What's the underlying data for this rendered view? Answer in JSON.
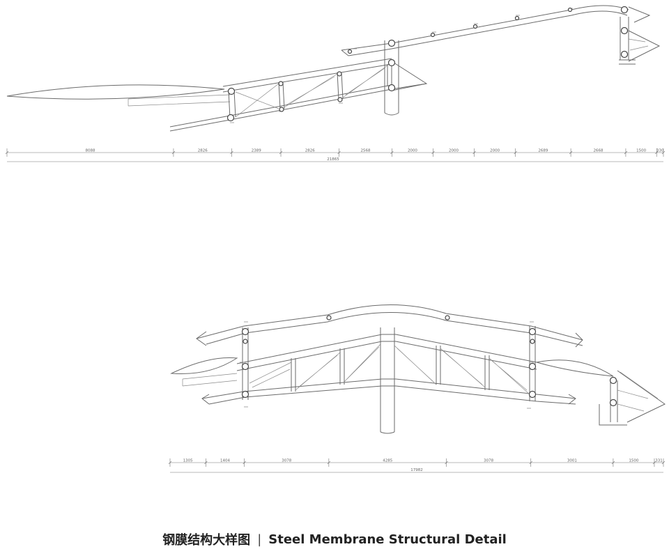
{
  "caption": {
    "zh": "钢膜结构大样图",
    "separator": "|",
    "en": "Steel Membrane Structural Detail"
  },
  "elevation_top": {
    "segments": [
      "8088",
      "2826",
      "2389",
      "2826",
      "2568",
      "2000",
      "2000",
      "2000",
      "2689",
      "2668",
      "1500",
      "330"
    ],
    "total": "21865"
  },
  "elevation_bottom": {
    "segments": [
      "1305",
      "1404",
      "3078",
      "4285",
      "3078",
      "3001",
      "1500",
      "331"
    ],
    "total": "17982"
  }
}
